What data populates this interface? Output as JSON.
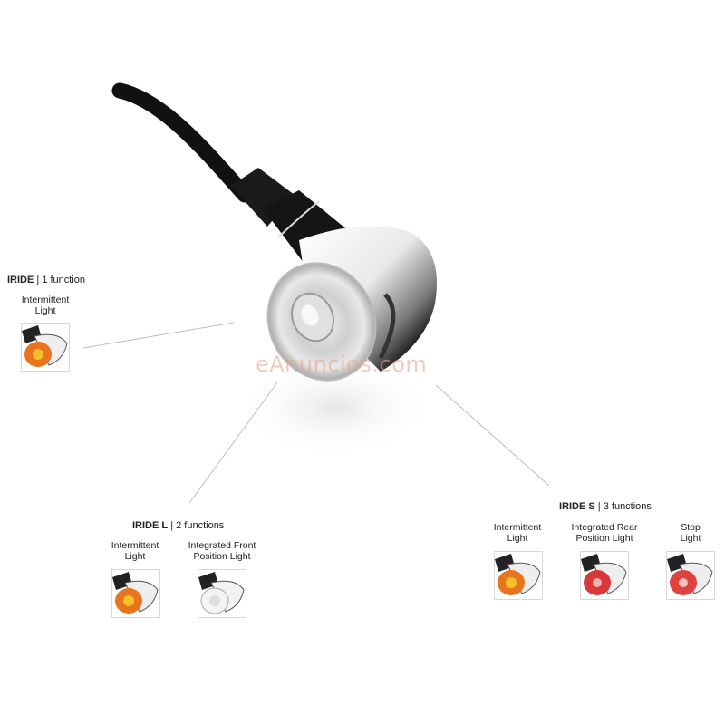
{
  "image": {
    "description": "Product photo of a chrome bullet-style motorcycle indicator light with black cable, with three variant callouts",
    "background": "#ffffff"
  },
  "watermark": {
    "text": "eAnuncios.com",
    "color": "#e8a082"
  },
  "variants": [
    {
      "name": "IRIDE",
      "separator": "|",
      "functions_label": "1 function",
      "functions": [
        {
          "label_line1": "Intermittent",
          "label_line2": "Light",
          "lens_color": "#e8741e"
        }
      ]
    },
    {
      "name": "IRIDE L",
      "separator": "|",
      "functions_label": "2 functions",
      "functions": [
        {
          "label_line1": "Intermittent",
          "label_line2": "Light",
          "lens_color": "#e8741e"
        },
        {
          "label_line1": "Integrated Front",
          "label_line2": "Position Light",
          "lens_color": "#f2f2f2"
        }
      ]
    },
    {
      "name": "IRIDE S",
      "separator": "|",
      "functions_label": "3 functions",
      "functions": [
        {
          "label_line1": "Intermittent",
          "label_line2": "Light",
          "lens_color": "#e8741e"
        },
        {
          "label_line1": "Integrated Rear",
          "label_line2": "Position Light",
          "lens_color": "#d9383a"
        },
        {
          "label_line1": "Stop",
          "label_line2": "Light",
          "lens_color": "#e2423f"
        }
      ]
    }
  ]
}
